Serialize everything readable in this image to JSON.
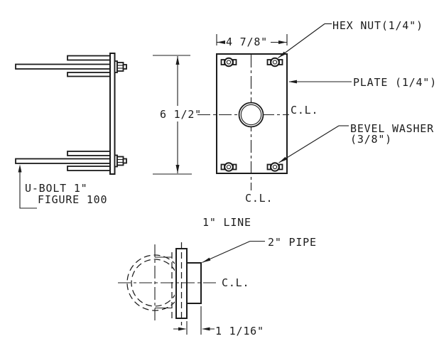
{
  "side_view": {
    "ubolt_label": "U-BOLT 1\"",
    "figure_label": "FIGURE 100"
  },
  "front_view": {
    "width_dim": "4 7/8\"",
    "height_dim": "6 1/2\"",
    "hex_nut_label": "HEX NUT(1/4\")",
    "plate_label": "PLATE (1/4\")",
    "bevel_washer_line1": "BEVEL WASHER",
    "bevel_washer_line2": "(3/8\")",
    "centerline_right": "C.L.",
    "centerline_bottom": "C.L."
  },
  "bottom_view": {
    "line_label": "1\" LINE",
    "pipe_label": "2\" PIPE",
    "centerline": "C.L.",
    "protrusion_dim": "1 1/16\""
  },
  "colors": {
    "line": "#1c1c1c",
    "background": "#ffffff"
  }
}
